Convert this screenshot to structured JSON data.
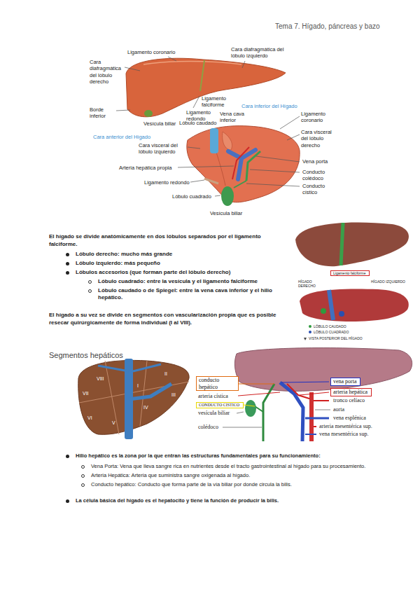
{
  "diagram": {
    "nodes": [
      {
        "text": [
          "Ligamento falciforme"
        ]
      },
      {
        "text": [
          "conducto hepático"
        ]
      },
      {
        "text": [
          "vena porta"
        ]
      },
      {
        "text": [
          "arteria hepática"
        ]
      },
      {
        "text": [
          "CONDUCTO CISTICO"
        ]
      }
    ],
    "labels": [
      "Tema 7. Hígado, páncreas y bazo",
      "Ligamento coronario",
      "Cara diafragmática del lóbulo derecho",
      "Cara diafragmática del lóbulo izquierdo",
      "Ligamento falciforme",
      "Borde inferior",
      "Ligamento redondo",
      "Vesícula biliar",
      "Cara anterior del Hígado",
      "Cara inferior del Hígado",
      "Vena cava inferior",
      "Lóbulo caudado",
      "Ligamento coronario",
      "Cara visceral del lóbulo derecho",
      "Cara visceral del lóbulo izquierdo",
      "Vena porta",
      "Arteria hepática propia",
      "Conducto colédoco",
      "Conducto cístico",
      "Ligamento redondo",
      "Lóbulo cuadrado",
      "Vesícula biliar",
      "El hígado se divide anatómicamente en dos lóbulos separados por el ligamento falciforme.",
      "Lóbulo derecho: mucho más grande",
      "Lóbulo izquierdo: más pequeño",
      "Lóbulos accesorios (que forman parte del lóbulo derecho)",
      "Lóbulo cuadrado: entre la vesícula y el ligamento falciforme",
      "Lóbulo caudado o de Spiegel: entre la vena cava inferior y el hilio hepático.",
      "El hígado a su vez se divide en segmentos con vascularización propia que es posible resecar quirúrgicamente de forma individual (I al VIII).",
      "HÍGADO DERECHO",
      "HÍGADO IZQUIERDO",
      "VISTA POSTERIOR DEL HÍGADO",
      "Segmentos hepáticos",
      "VIII",
      "VII",
      "II",
      "III",
      "IV",
      "VI",
      "V",
      "I",
      "arteria cística",
      "vesícula biliar",
      "colédoco",
      "tronco celíaco",
      "aorta",
      "vena esplénica",
      "arteria mesentérica sup.",
      "vena mesentérica sup.",
      "Hilio hepático es la zona por la que entran las estructuras fundamentales para su funcionamiento:",
      "Vena Porta: Vena que lleva sangre rica en nutrientes desde el tracto gastrointestinal al hígado para su procesamiento.",
      "Arteria Hepática: Arteria que suministra sangre oxigenada al hígado.",
      "Conducto hepático: Conducto que forma parte de la vía biliar por donde circula la bilis.",
      "La célula básica del hígado es el hepatocito y tiene la función de producir la bilis."
    ],
    "legend": [
      {
        "text": "LÓBULO CAUDADO",
        "color": "#2e9a3e"
      },
      {
        "text": "LÓBULO CUADRADO",
        "color": "#2a4fb0"
      }
    ]
  }
}
